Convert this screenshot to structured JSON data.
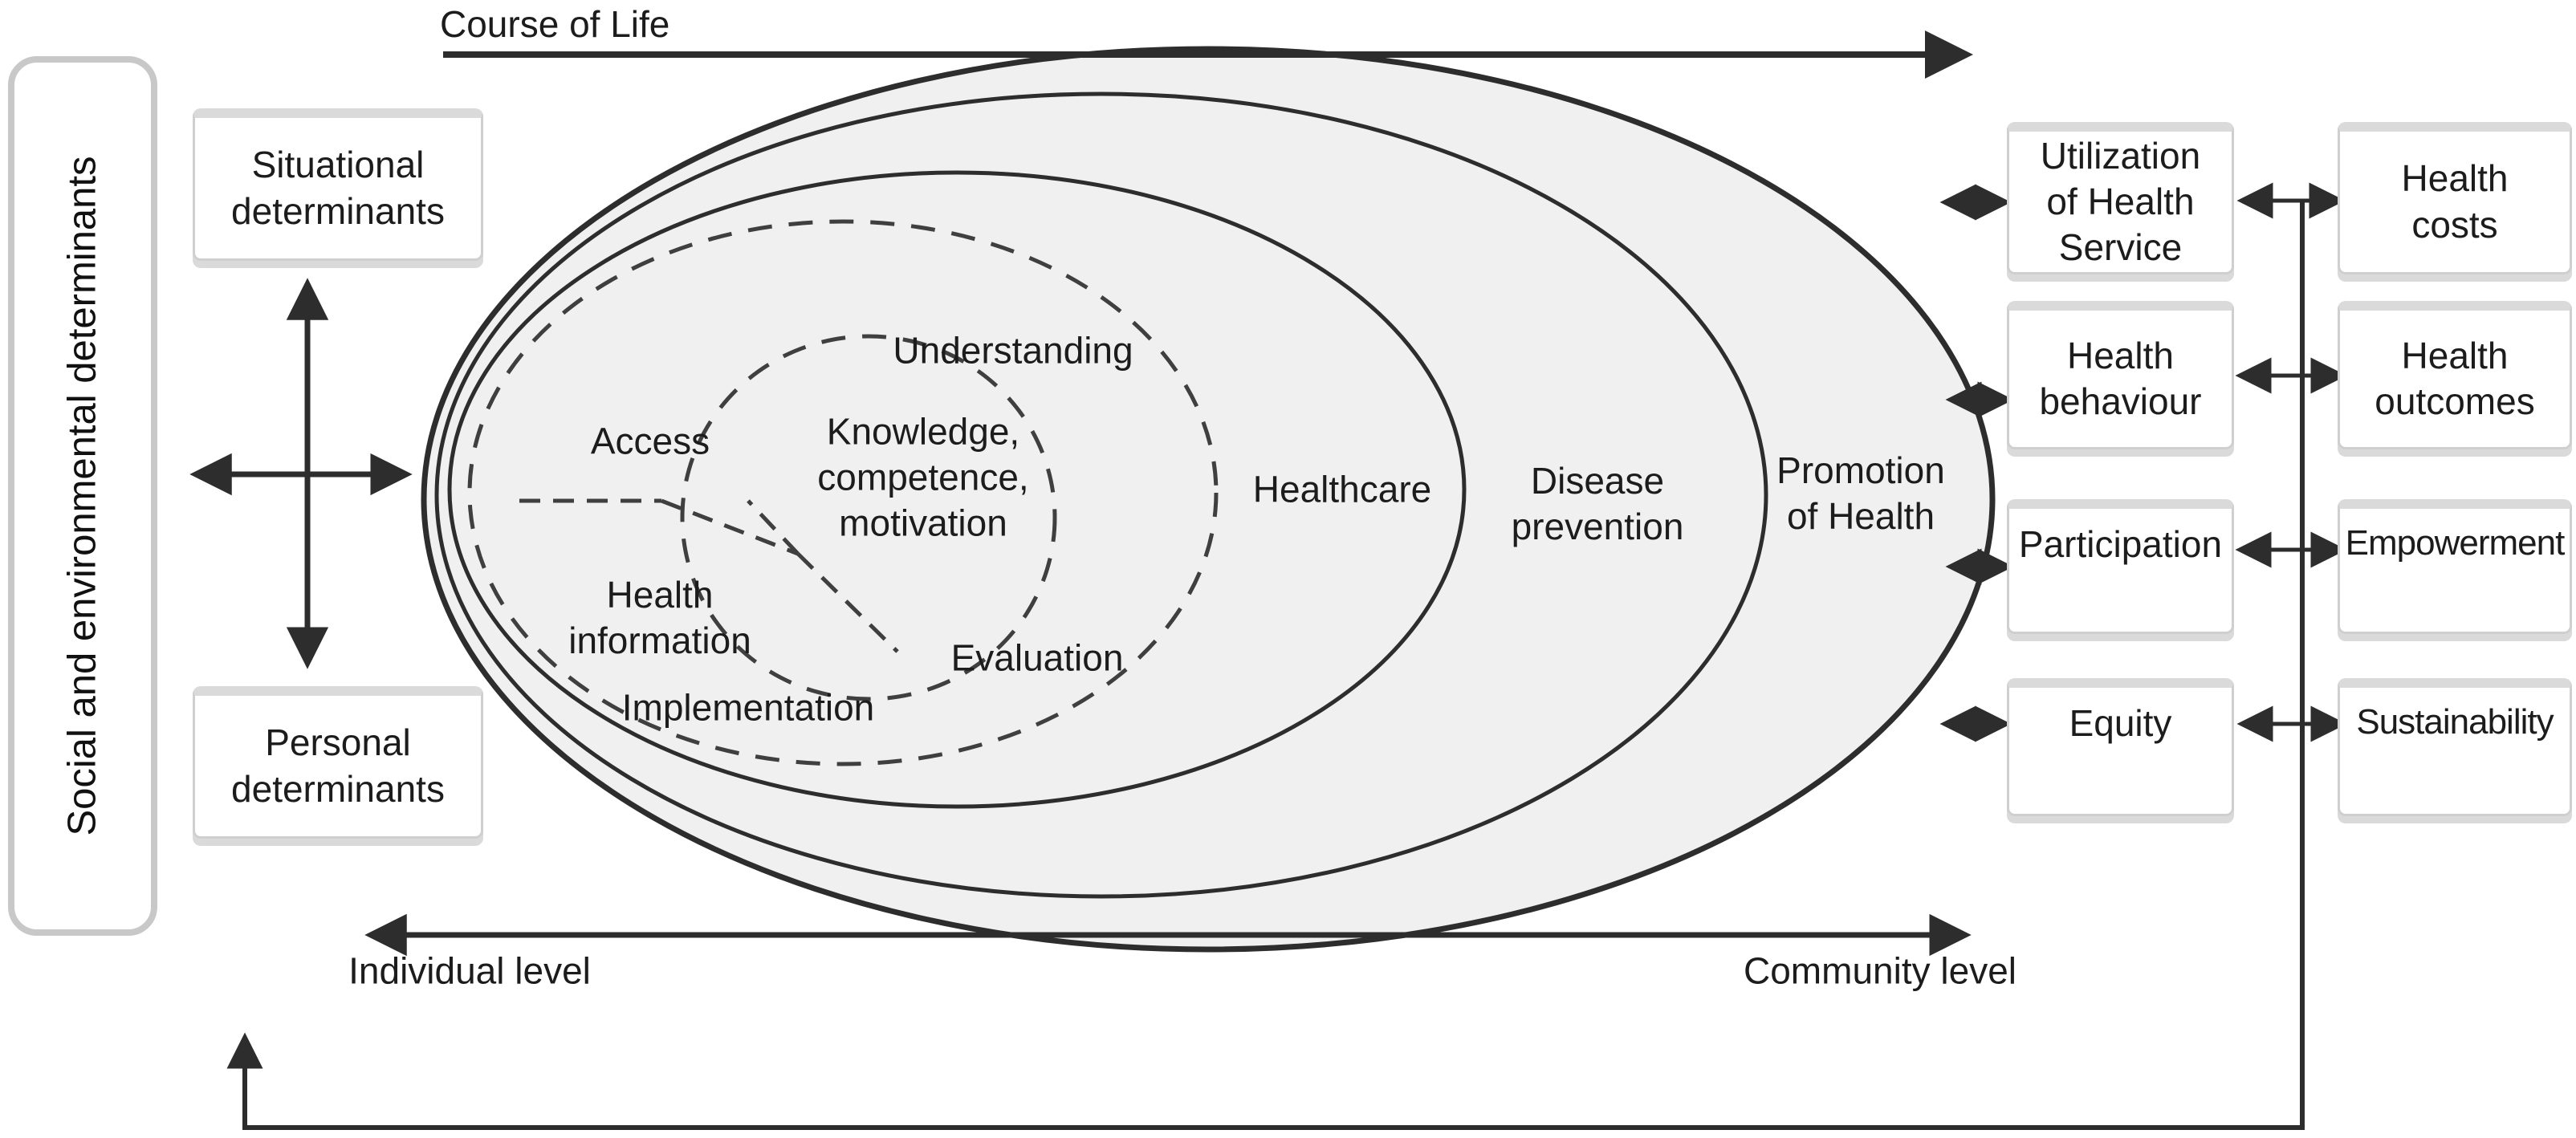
{
  "axes": {
    "course_of_life": "Course of Life",
    "individual_level": "Individual level",
    "community_level": "Community level"
  },
  "left_panel": {
    "label": "Social and environmental determinants"
  },
  "determinants": {
    "situational": "Situational\ndeterminants",
    "personal": "Personal\ndeterminants"
  },
  "core": {
    "access": "Access",
    "understanding": "Understanding",
    "knowledge": "Knowledge,\ncompetence,\nmotivation",
    "health_information": "Health\ninformation",
    "implementation": "Implementation",
    "evaluation": "Evaluation"
  },
  "domains": {
    "healthcare": "Healthcare",
    "disease_prevention": "Disease\nprevention",
    "promotion_of_health": "Promotion\nof Health"
  },
  "outcomes": {
    "rows": [
      {
        "left": "Utilization\nof Health\nService",
        "right": "Health\ncosts"
      },
      {
        "left": "Health\nbehaviour",
        "right": "Health\noutcomes"
      },
      {
        "left": "Participation",
        "right": "Empowerment"
      },
      {
        "left": "Equity",
        "right": "Sustainability"
      }
    ]
  },
  "colors": {
    "line": "#2d2d2d",
    "dashed_line": "#3f3f3f",
    "ellipse_fill": "#f0f0f0",
    "box_border": "#cfcfcf",
    "box_shadow": "#dadada",
    "panel_border": "#c8c8c8",
    "text": "#1c1c1c"
  }
}
